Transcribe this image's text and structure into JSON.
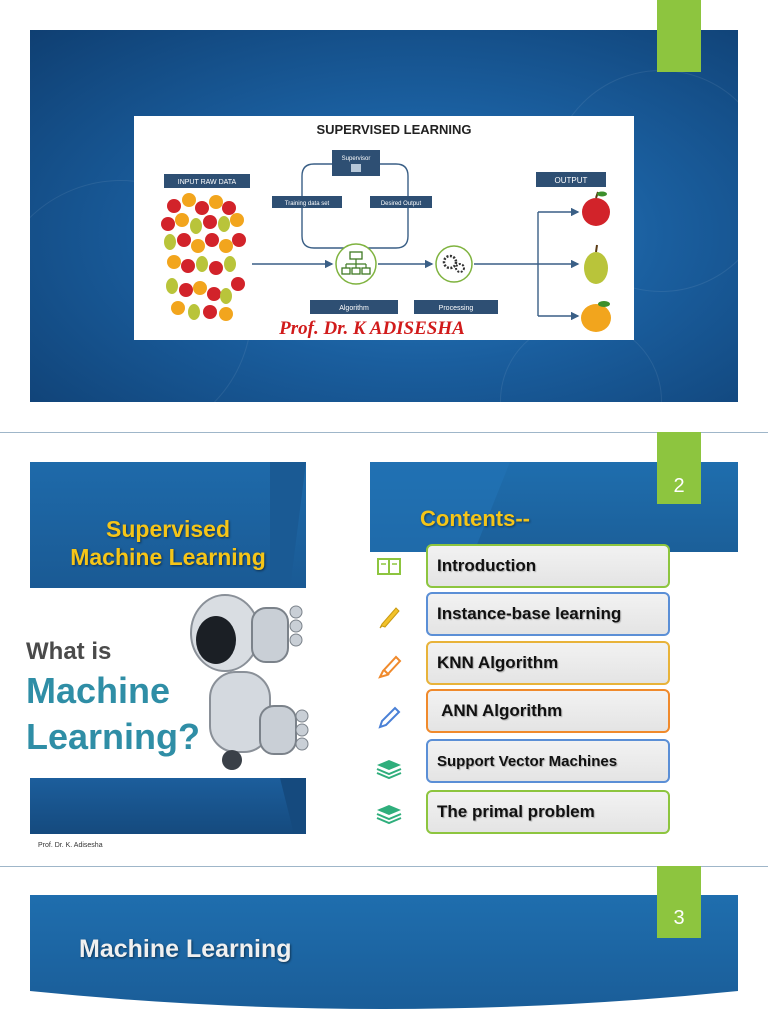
{
  "slide1": {
    "page_number": "",
    "diagram": {
      "title": "SUPERVISED LEARNING",
      "input_label": "INPUT RAW DATA",
      "supervisor_label": "Supervisor",
      "training_label": "Training data set",
      "desired_label": "Desired Output",
      "algorithm_label": "Algorithm",
      "processing_label": "Processing",
      "output_label": "OUTPUT",
      "author": "Prof. Dr. K ADISESHA"
    }
  },
  "slide2": {
    "page_number": "2",
    "title_line1": "Supervised",
    "title_line2": "Machine Learning",
    "what_is": "What is",
    "machine": "Machine",
    "learning": "Learning?",
    "footer": "Prof. Dr. K. Adisesha",
    "contents_heading": "Contents--",
    "items": [
      {
        "label": "Introduction",
        "icon": "book-icon",
        "border": "#8dc53f"
      },
      {
        "label": "Instance-base learning",
        "icon": "pencil-icon",
        "border": "#5b8fd6"
      },
      {
        "label": "KNN Algorithm",
        "icon": "pen-icon",
        "border": "#e8b33a"
      },
      {
        "label": " ANN Algorithm",
        "icon": "pencil-outline-icon",
        "border": "#f08a2c"
      },
      {
        "label": "Support Vector Machines",
        "icon": "stack-icon",
        "border": "#5b8fd6"
      },
      {
        "label": "The primal problem",
        "icon": "stack-icon",
        "border": "#8dc53f"
      }
    ]
  },
  "slide3": {
    "page_number": "3",
    "title": "Machine Learning"
  },
  "colors": {
    "accent_green": "#8dc53f",
    "title_yellow": "#f5c518",
    "slide_blue": "#1a5e9e"
  }
}
